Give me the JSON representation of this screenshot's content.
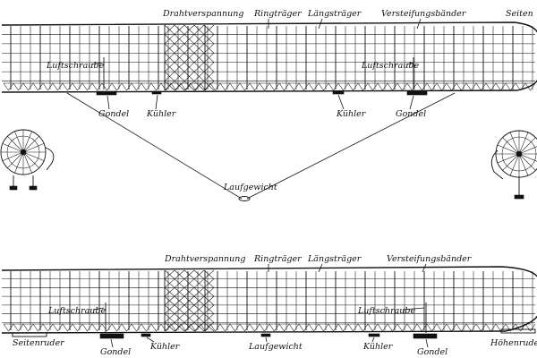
{
  "top_view": {
    "labels": {
      "drahtverspannung": "Drahtverspannung",
      "ringtraeger": "Ringträger",
      "laengstraeger": "Längsträger",
      "versteifungsbaender": "Versteifungsbänder",
      "seiten": "Seiten",
      "luftschraube_left": "Luftschraube",
      "luftschraube_right": "Luftschraube",
      "gondel_left": "Gondel",
      "kuehler_left": "Kühler",
      "kuehler_right": "Kühler",
      "gondel_right": "Gondel",
      "laufgewicht": "Laufgewicht"
    }
  },
  "bottom_view": {
    "labels": {
      "drahtverspannung": "Drahtverspannung",
      "ringtraeger": "Ringträger",
      "laengstraeger": "Längsträger",
      "versteifungsbaender": "Versteifungsbänder",
      "luftschraube_left": "Luftschraube",
      "luftschraube_right": "Luftschraube",
      "seitenruder": "Seitenruder",
      "gondel_left": "Gondel",
      "kuehler_left": "Kühler",
      "laufgewicht": "Laufgewicht",
      "kuehler_right": "Kühler",
      "gondel_right": "Gondel",
      "hoehenruder": "Höhenruder"
    }
  },
  "colors": {
    "ink": "#111111",
    "paper": "#ffffff"
  }
}
